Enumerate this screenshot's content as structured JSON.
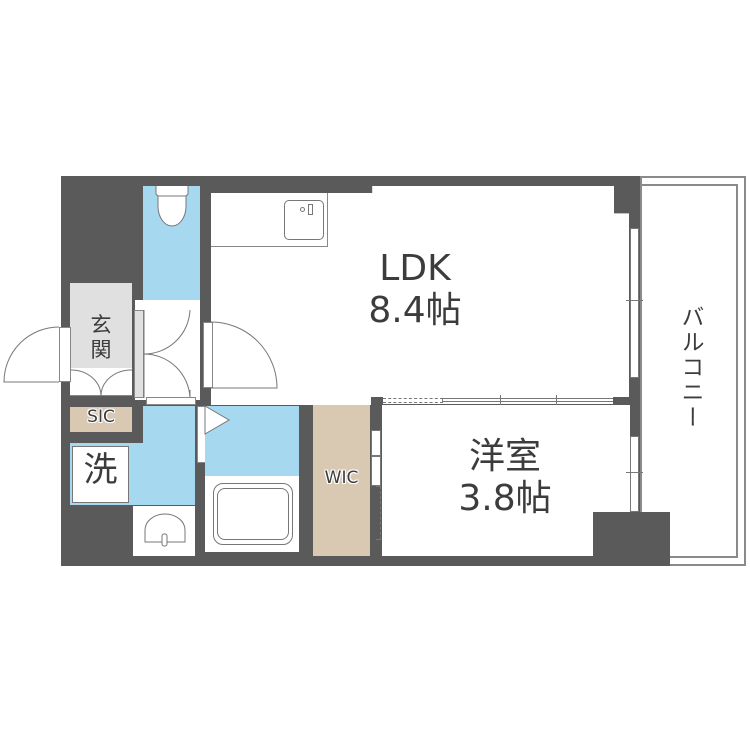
{
  "floor_plan": {
    "rooms": {
      "ldk": {
        "name": "LDK",
        "size": "8.4帖"
      },
      "western_room": {
        "name": "洋室",
        "size": "3.8帖"
      },
      "entrance": {
        "name": "玄関"
      },
      "sic": {
        "name": "SIC"
      },
      "wic": {
        "name": "WIC"
      },
      "laundry": {
        "name": "洗"
      },
      "balcony": {
        "name": "バルコニー"
      }
    },
    "colors": {
      "wall": "#5a5a5a",
      "wet_area": "#a6d8f0",
      "storage": "#d9c8b2",
      "entrance_floor": "#e0e0e0",
      "room_floor": "#ffffff",
      "text": "#3c3c3c"
    }
  }
}
